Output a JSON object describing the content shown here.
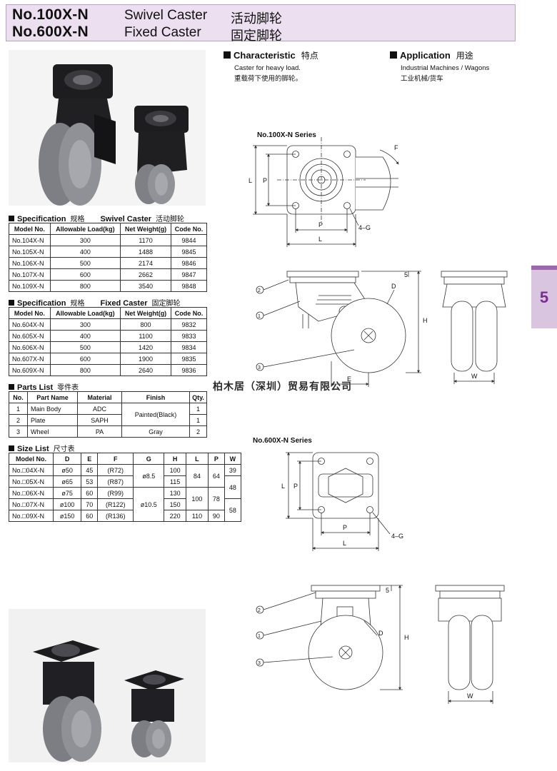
{
  "header": {
    "model_1": "No.100X-N",
    "name_1": "Swivel Caster",
    "cn_1": "活动脚轮",
    "model_2": "No.600X-N",
    "name_2": "Fixed Caster",
    "cn_2": "固定脚轮"
  },
  "characteristic": {
    "title": "Characteristic",
    "cn": "特点",
    "line1": "Caster for heavy load.",
    "line2": "重载荷下使用的脚轮。"
  },
  "application": {
    "title": "Application",
    "cn": "用途",
    "line1": "Industrial Machines / Wagons",
    "line2": "工业机械/货车"
  },
  "spec_swivel": {
    "title": "Specification",
    "cn": "规格",
    "sub": "Swivel Caster",
    "sub_cn": "活动脚轮",
    "headers": [
      "Model No.",
      "Allowable Load(kg)",
      "Net Weight(g)",
      "Code No."
    ],
    "rows": [
      [
        "No.104X-N",
        "300",
        "1170",
        "9844"
      ],
      [
        "No.105X-N",
        "400",
        "1488",
        "9845"
      ],
      [
        "No.106X-N",
        "500",
        "2174",
        "9846"
      ],
      [
        "No.107X-N",
        "600",
        "2662",
        "9847"
      ],
      [
        "No.109X-N",
        "800",
        "3540",
        "9848"
      ]
    ]
  },
  "spec_fixed": {
    "title": "Specification",
    "cn": "规格",
    "sub": "Fixed Caster",
    "sub_cn": "固定脚轮",
    "headers": [
      "Model No.",
      "Allowable Load(kg)",
      "Net Weight(g)",
      "Code No."
    ],
    "rows": [
      [
        "No.604X-N",
        "300",
        "800",
        "9832"
      ],
      [
        "No.605X-N",
        "400",
        "1100",
        "9833"
      ],
      [
        "No.606X-N",
        "500",
        "1420",
        "9834"
      ],
      [
        "No.607X-N",
        "600",
        "1900",
        "9835"
      ],
      [
        "No.609X-N",
        "800",
        "2640",
        "9836"
      ]
    ]
  },
  "parts": {
    "title": "Parts List",
    "cn": "零件表",
    "headers": [
      "No.",
      "Part Name",
      "Material",
      "Finish",
      "Qty."
    ],
    "rows": [
      {
        "no": "1",
        "name": "Main Body",
        "material": "ADC",
        "qty": "1"
      },
      {
        "no": "2",
        "name": "Plate",
        "material": "SAPH",
        "qty": "1"
      },
      {
        "no": "3",
        "name": "Wheel",
        "material": "PA",
        "finish": "Gray",
        "qty": "2"
      }
    ],
    "finish_merged": "Painted(Black)"
  },
  "size": {
    "title": "Size List",
    "cn": "尺寸表",
    "headers": [
      "Model No.",
      "D",
      "E",
      "F",
      "G",
      "H",
      "L",
      "P",
      "W"
    ],
    "models": [
      "No.□04X-N",
      "No.□05X-N",
      "No.□06X-N",
      "No.□07X-N",
      "No.□09X-N"
    ],
    "D": [
      "ø50",
      "ø65",
      "ø75",
      "ø100",
      "ø150"
    ],
    "E": [
      "45",
      "53",
      "60",
      "70",
      "60"
    ],
    "F": [
      "(R72)",
      "(R87)",
      "(R99)",
      "(R122)",
      "(R136)"
    ],
    "G": [
      "ø8.5",
      "ø10.5"
    ],
    "H": [
      "100",
      "115",
      "130",
      "150",
      "220"
    ],
    "L": [
      "84",
      "100",
      "110"
    ],
    "P": [
      "64",
      "78",
      "90"
    ],
    "W": [
      "39",
      "48",
      "58"
    ]
  },
  "side_tab": "5",
  "series_100": "No.100X-N Series",
  "series_600": "No.600X-N Series",
  "watermark": "柏木居（深圳）贸易有限公司",
  "dims": {
    "L": "L",
    "P": "P",
    "F": "F",
    "G": "4–G",
    "E": "E",
    "D": "D",
    "H": "H",
    "W": "W",
    "five": "5",
    "c1": "1",
    "c2": "2",
    "c3": "3"
  }
}
